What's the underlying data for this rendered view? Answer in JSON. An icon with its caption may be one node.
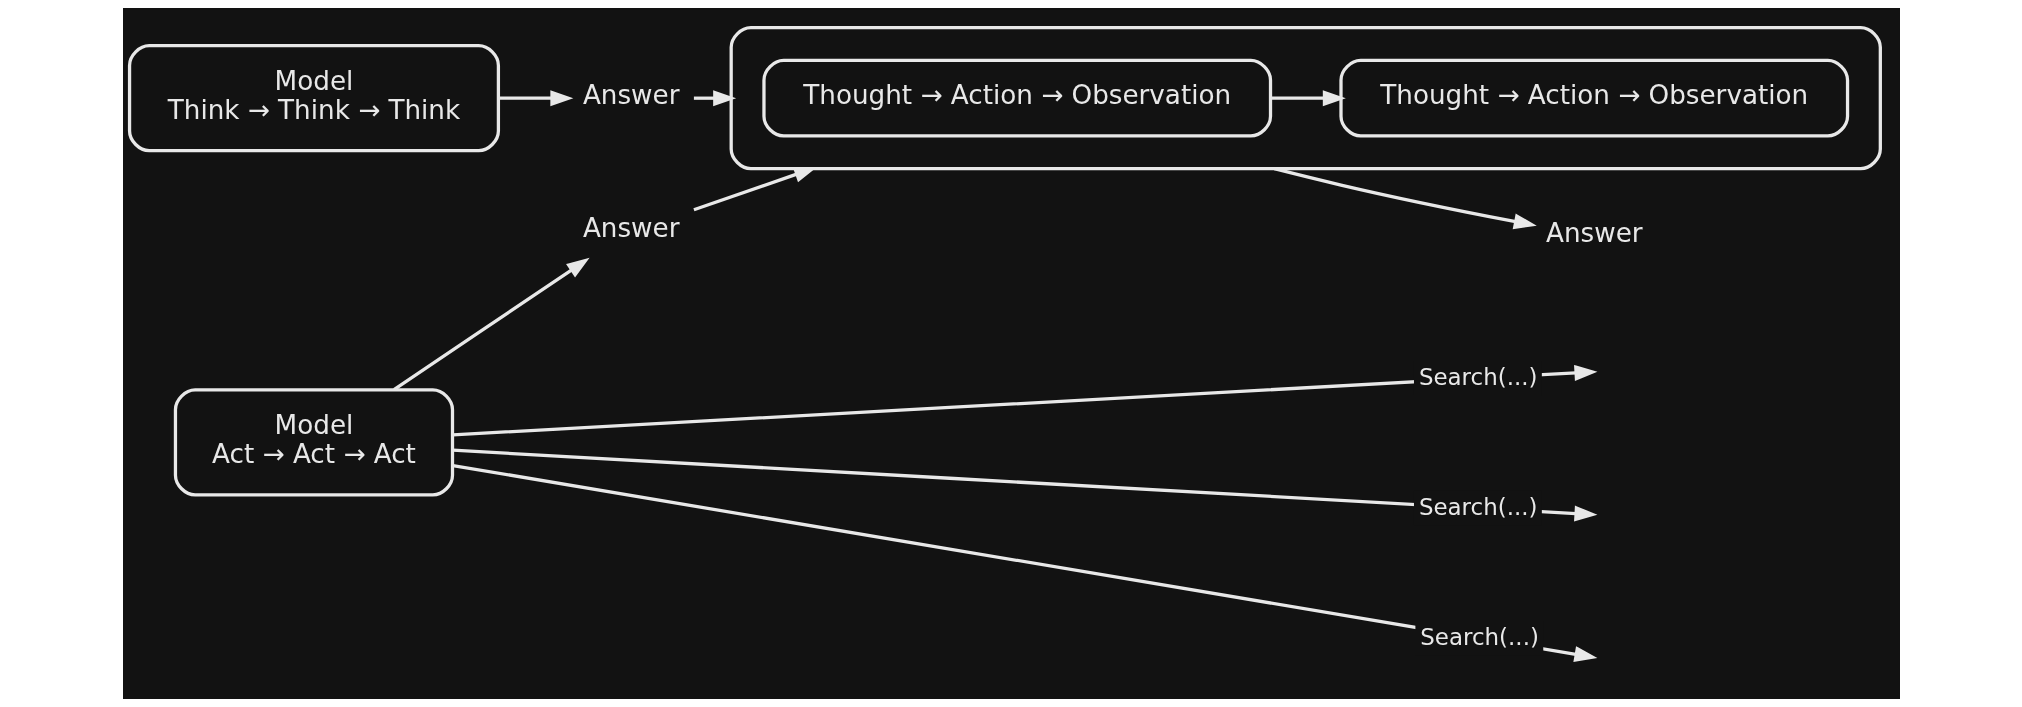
{
  "diagram": {
    "nodes": [
      {
        "text": [
          "Model",
          "Think → Think → Think"
        ]
      },
      {
        "text": [
          "Answer"
        ]
      },
      {
        "text": [
          "Model",
          "Act → Act → Act"
        ]
      },
      {
        "text": [
          "Answer"
        ]
      },
      {
        "text": [],
        "shape": "box"
      },
      {
        "text": [
          "Thought → Action → Observation"
        ],
        "in": 4
      },
      {
        "text": [
          "Thought → Action → Observation"
        ],
        "in": 4
      },
      {
        "text": [
          "Answer"
        ]
      }
    ],
    "edges": [
      {
        "from": 0,
        "to": 1,
        "arrow": "to"
      },
      {
        "from": 2,
        "to": 3,
        "arrow": "to"
      },
      {
        "from": 1,
        "to": 4,
        "arrow": "to"
      },
      {
        "from": 3,
        "to": 4,
        "arrow": "to"
      },
      {
        "from": 5,
        "to": 6,
        "arrow": "to"
      },
      {
        "from": 4,
        "to": 7,
        "arrow": "to"
      },
      {
        "from": 2,
        "to": null,
        "label": "Search(...)",
        "arrow": "to"
      },
      {
        "from": 2,
        "to": null,
        "label": "Search(...)",
        "arrow": "to"
      },
      {
        "from": 2,
        "to": null,
        "label": "Search(...)",
        "arrow": "to"
      }
    ]
  }
}
